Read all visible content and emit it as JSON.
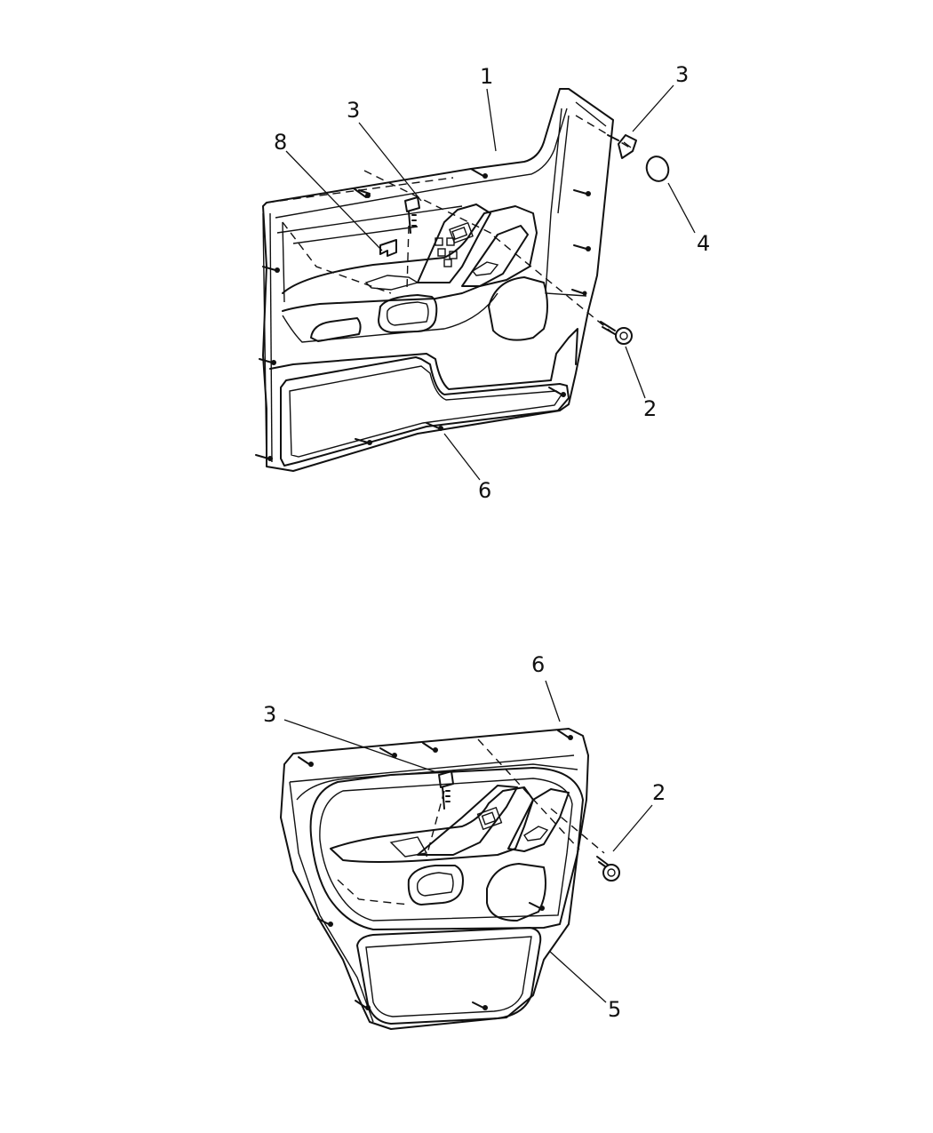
{
  "figure": {
    "front_panel": {
      "callouts": [
        "1",
        "3",
        "8",
        "3",
        "4",
        "2",
        "6"
      ]
    },
    "rear_panel": {
      "callouts": [
        "6",
        "3",
        "2",
        "5"
      ]
    }
  }
}
